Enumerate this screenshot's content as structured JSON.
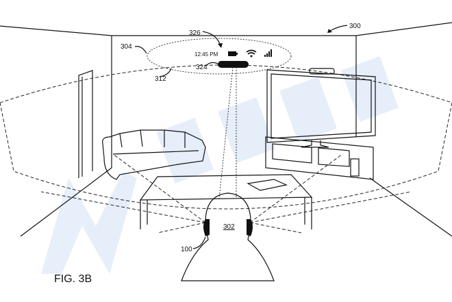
{
  "figure": {
    "label": "FIG. 3B",
    "refs": {
      "room": "300",
      "user": "302",
      "field_of_view": "304",
      "display_region": "312",
      "indicator": "324",
      "status_bar": "326",
      "headphones": "100"
    },
    "status": {
      "time": "12:45 PM",
      "icons": [
        "battery-icon",
        "wifi-icon",
        "signal-icon"
      ]
    }
  }
}
